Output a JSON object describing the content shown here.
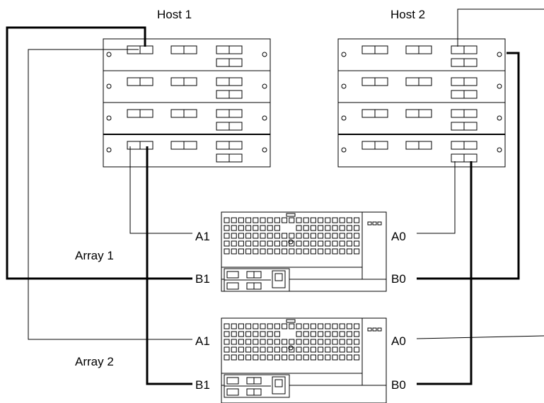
{
  "hosts": [
    {
      "label": "Host 1"
    },
    {
      "label": "Host 2"
    }
  ],
  "arrays": [
    {
      "label": "Array 1",
      "port_a_left": "A1",
      "port_b_left": "B1",
      "port_a_right": "A0",
      "port_b_right": "B0"
    },
    {
      "label": "Array 2",
      "port_a_left": "A1",
      "port_b_left": "B1",
      "port_a_right": "A0",
      "port_b_right": "B0"
    }
  ]
}
